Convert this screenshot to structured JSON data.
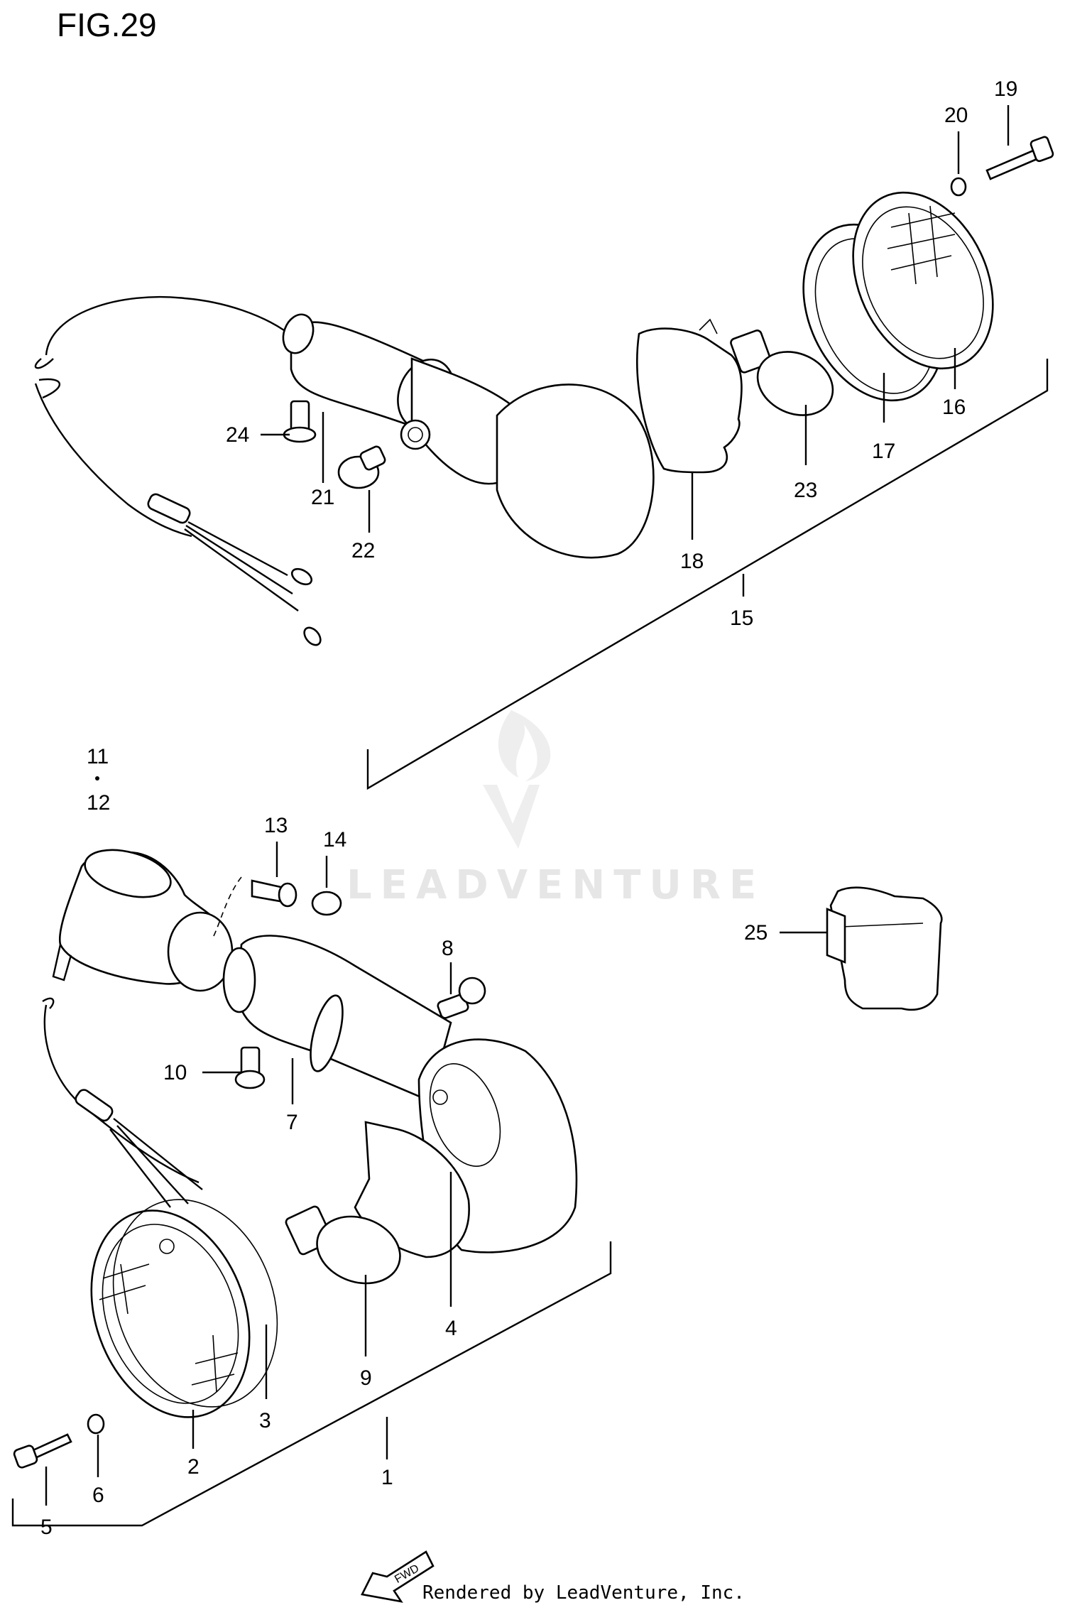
{
  "figure": {
    "title": "FIG.29"
  },
  "footer": "Rendered by LeadVenture, Inc.",
  "watermark": "LEADVENTURE",
  "fwd_label": "FWD",
  "callouts": {
    "c1": "1",
    "c2": "2",
    "c3": "3",
    "c4": "4",
    "c5": "5",
    "c6": "6",
    "c7": "7",
    "c8": "8",
    "c9": "9",
    "c10": "10",
    "c11": "11",
    "c12": "12",
    "c13": "13",
    "c14": "14",
    "c15": "15",
    "c16": "16",
    "c17": "17",
    "c18": "18",
    "c19": "19",
    "c20": "20",
    "c21": "21",
    "c22": "22",
    "c23": "23",
    "c24": "24",
    "c25": "25"
  }
}
